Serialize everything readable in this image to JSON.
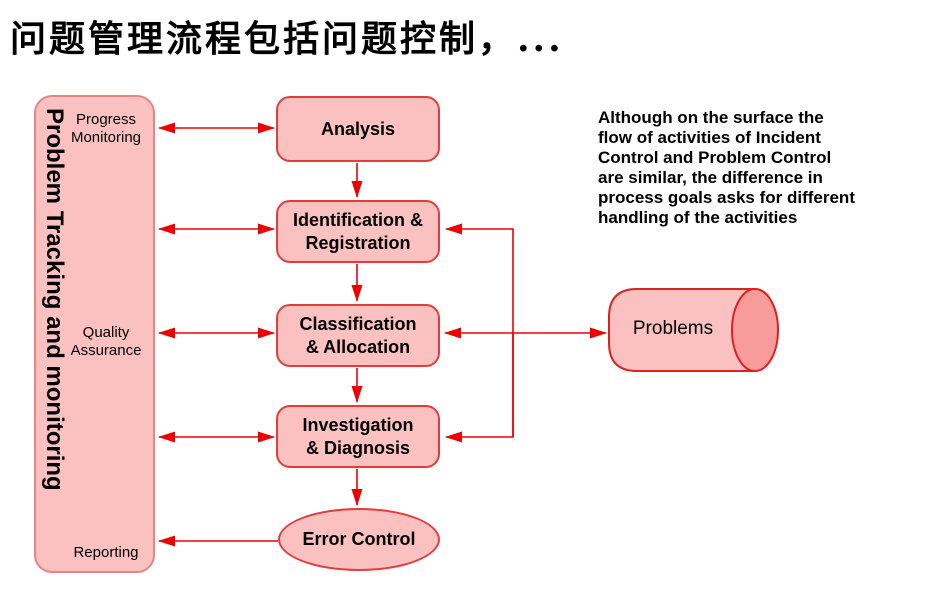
{
  "title": "问题管理流程包括问题控制，...",
  "colors": {
    "shape_fill": "#fbc0c0",
    "cylinder_face_fill": "#f89b9b",
    "shape_border": "#e23c3c",
    "bar_border": "#e88484",
    "arrow": "#ee0000",
    "text": "#000000"
  },
  "sidebar": {
    "vertical_label": "Problem Tracking and monitoring",
    "labels": {
      "top": "Progress Monitoring",
      "middle": "Quality Assurance",
      "bottom": "Reporting"
    }
  },
  "flow": {
    "steps": [
      {
        "shape": "rounded-rect",
        "line1": "Analysis",
        "line2": ""
      },
      {
        "shape": "rounded-rect",
        "line1": "Identification &",
        "line2": "Registration"
      },
      {
        "shape": "rounded-rect",
        "line1": "Classification",
        "line2": "& Allocation"
      },
      {
        "shape": "rounded-rect",
        "line1": "Investigation",
        "line2": "& Diagnosis"
      },
      {
        "shape": "ellipse",
        "line1": "Error Control",
        "line2": ""
      }
    ]
  },
  "datastore": {
    "label": "Problems",
    "shape": "cylinder"
  },
  "note": {
    "lines": [
      "Although on the surface the",
      "flow of activities of Incident",
      "Control and Problem Control",
      "are similar, the difference in",
      "process goals asks for different",
      "handling of the activities"
    ]
  }
}
